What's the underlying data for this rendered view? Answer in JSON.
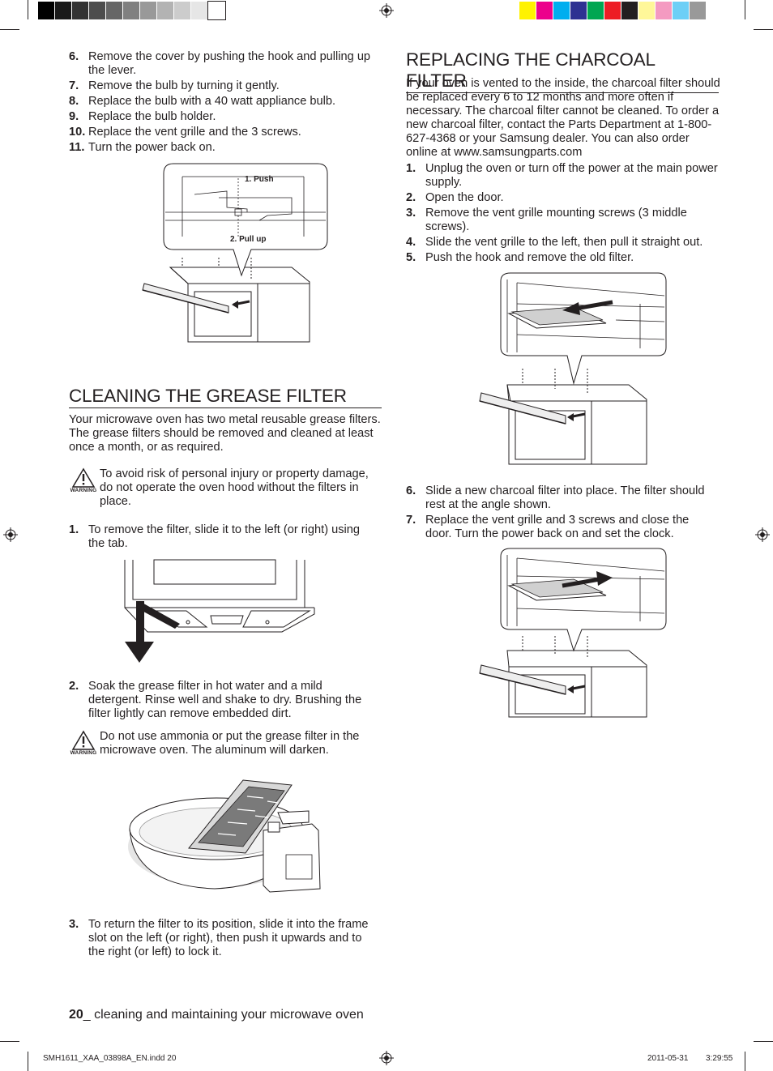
{
  "page": {
    "page_number": "20",
    "footer_section": "_ cleaning and maintaining your microwave oven",
    "print_file": "SMH1611_XAA_03898A_EN.indd   20",
    "print_date": "2011-05-31",
    "print_time": "3:29:55"
  },
  "colors": {
    "grays": [
      "#000000",
      "#1a1a1a",
      "#333333",
      "#4d4d4d",
      "#666666",
      "#808080",
      "#999999",
      "#b3b3b3",
      "#cccccc",
      "#e6e6e6",
      "#ffffff"
    ],
    "process": [
      "#fff200",
      "#ec008c",
      "#00aeef",
      "#2e3192",
      "#00a651",
      "#ed1c24",
      "#231f20",
      "#fff799",
      "#f49ac1",
      "#6dcff6",
      "#999999"
    ]
  },
  "bulb_steps": [
    {
      "num": "6.",
      "text": "Remove the cover by pushing the hook and pulling up the lever."
    },
    {
      "num": "7.",
      "text": "Remove the bulb by turning it gently."
    },
    {
      "num": "8.",
      "text": "Replace the bulb with a 40 watt appliance bulb."
    },
    {
      "num": "9.",
      "text": "Replace the bulb holder."
    },
    {
      "num": "10.",
      "text": "Replace the vent grille and the 3 screws."
    },
    {
      "num": "11.",
      "text": "Turn the power back on."
    }
  ],
  "figure_bulb": {
    "callout_push": "1. Push",
    "callout_pull": "2. Pull up"
  },
  "grease": {
    "title": "CLEANING THE GREASE FILTER",
    "intro": "Your microwave oven has two metal reusable grease filters. The grease filters should be removed and cleaned at least once a month, or as required.",
    "warning1": "To avoid risk of personal injury or property damage, do not operate the oven hood without the filters in place.",
    "warning_label": "WARNING",
    "step1": {
      "num": "1.",
      "text": "To remove the filter, slide it to the left (or right) using the tab."
    },
    "step2": {
      "num": "2.",
      "text": "Soak the grease filter in hot water and a mild detergent. Rinse well and shake to dry. Brushing the filter lightly can remove embedded dirt."
    },
    "warning2": "Do not use ammonia or put the grease filter in the microwave oven. The aluminum will darken.",
    "step3": {
      "num": "3.",
      "text": "To return the filter to its position, slide it into the frame slot on the left (or right), then push it upwards and to the right (or left) to lock it."
    }
  },
  "charcoal": {
    "title": "REPLACING THE CHARCOAL FILTER",
    "intro": "If your oven is vented to the inside, the charcoal filter should be replaced every 6 to 12 months and more often if necessary. The charcoal filter cannot be cleaned. To order a new charcoal filter, contact the Parts Department at 1-800-627-4368 or your Samsung dealer. You can also order online at www.samsungparts.com",
    "steps_a": [
      {
        "num": "1.",
        "text": "Unplug the oven or turn off the power at the main power supply."
      },
      {
        "num": "2.",
        "text": "Open the door."
      },
      {
        "num": "3.",
        "text": "Remove the vent grille mounting screws (3 middle screws)."
      },
      {
        "num": "4.",
        "text": "Slide the vent grille to the left, then pull it straight out."
      },
      {
        "num": "5.",
        "text": "Push the hook and remove the old filter."
      }
    ],
    "steps_b": [
      {
        "num": "6.",
        "text": "Slide a new charcoal filter into place. The filter should rest at the angle shown."
      },
      {
        "num": "7.",
        "text": "Replace the vent grille and 3 screws and close the door. Turn the power back on and set the clock."
      }
    ]
  }
}
